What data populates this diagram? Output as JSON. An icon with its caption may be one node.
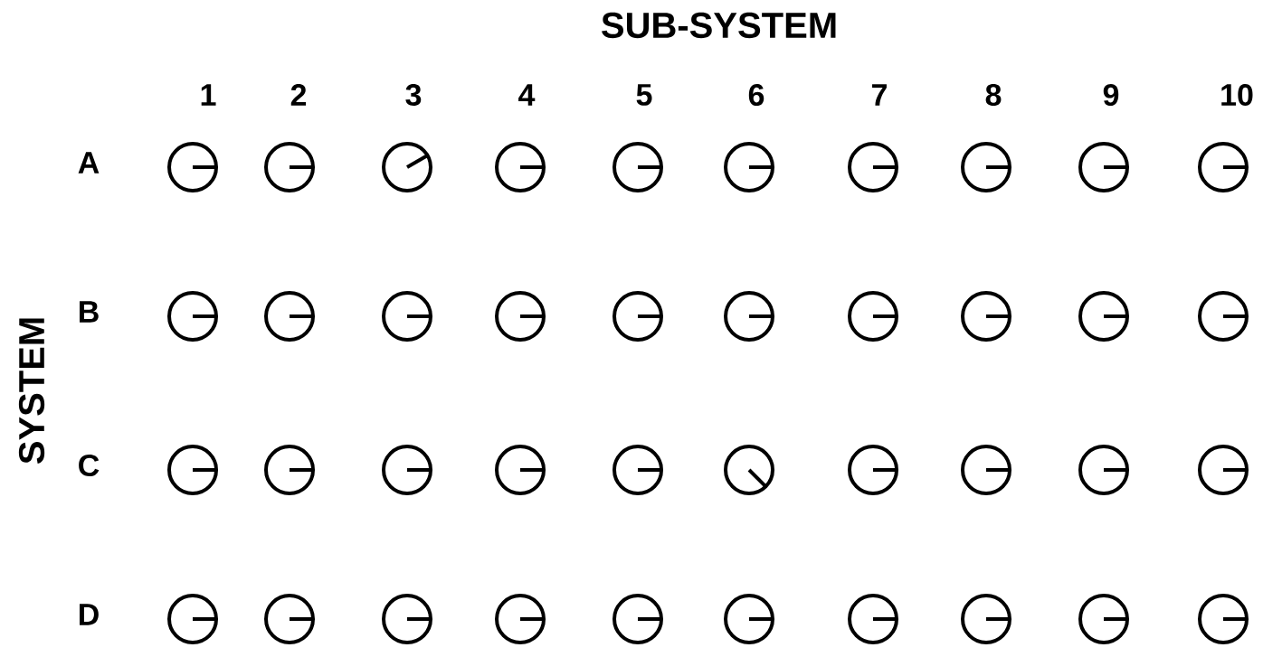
{
  "diagram": {
    "title": "SUB-SYSTEM",
    "nodes": [
      {
        "text": [],
        "shape": "gauge"
      },
      {
        "text": [],
        "shape": "gauge"
      },
      {
        "text": [],
        "shape": "gauge"
      },
      {
        "text": [],
        "shape": "gauge"
      },
      {
        "text": [],
        "shape": "gauge"
      },
      {
        "text": [],
        "shape": "gauge"
      },
      {
        "text": [],
        "shape": "gauge"
      },
      {
        "text": [],
        "shape": "gauge"
      },
      {
        "text": [],
        "shape": "gauge"
      },
      {
        "text": [],
        "shape": "gauge"
      },
      {
        "text": [],
        "shape": "gauge"
      },
      {
        "text": [],
        "shape": "gauge"
      },
      {
        "text": [],
        "shape": "gauge"
      },
      {
        "text": [],
        "shape": "gauge"
      },
      {
        "text": [],
        "shape": "gauge"
      },
      {
        "text": [],
        "shape": "gauge"
      },
      {
        "text": [],
        "shape": "gauge"
      },
      {
        "text": [],
        "shape": "gauge"
      },
      {
        "text": [],
        "shape": "gauge"
      },
      {
        "text": [],
        "shape": "gauge"
      },
      {
        "text": [],
        "shape": "gauge"
      },
      {
        "text": [],
        "shape": "gauge"
      },
      {
        "text": [],
        "shape": "gauge"
      },
      {
        "text": [],
        "shape": "gauge"
      },
      {
        "text": [],
        "shape": "gauge"
      },
      {
        "text": [],
        "shape": "gauge"
      },
      {
        "text": [],
        "shape": "gauge"
      },
      {
        "text": [],
        "shape": "gauge"
      },
      {
        "text": [],
        "shape": "gauge"
      },
      {
        "text": [],
        "shape": "gauge"
      },
      {
        "text": [],
        "shape": "gauge"
      },
      {
        "text": [],
        "shape": "gauge"
      },
      {
        "text": [],
        "shape": "gauge"
      },
      {
        "text": [],
        "shape": "gauge"
      },
      {
        "text": [],
        "shape": "gauge"
      },
      {
        "text": [],
        "shape": "gauge"
      },
      {
        "text": [],
        "shape": "gauge"
      },
      {
        "text": [],
        "shape": "gauge"
      },
      {
        "text": [],
        "shape": "gauge"
      },
      {
        "text": [],
        "shape": "gauge"
      }
    ],
    "labels": [
      "1",
      "2",
      "3",
      "4",
      "5",
      "6",
      "7",
      "8",
      "9",
      "10",
      "A",
      "B",
      "C",
      "D",
      "SYSTEM"
    ]
  }
}
